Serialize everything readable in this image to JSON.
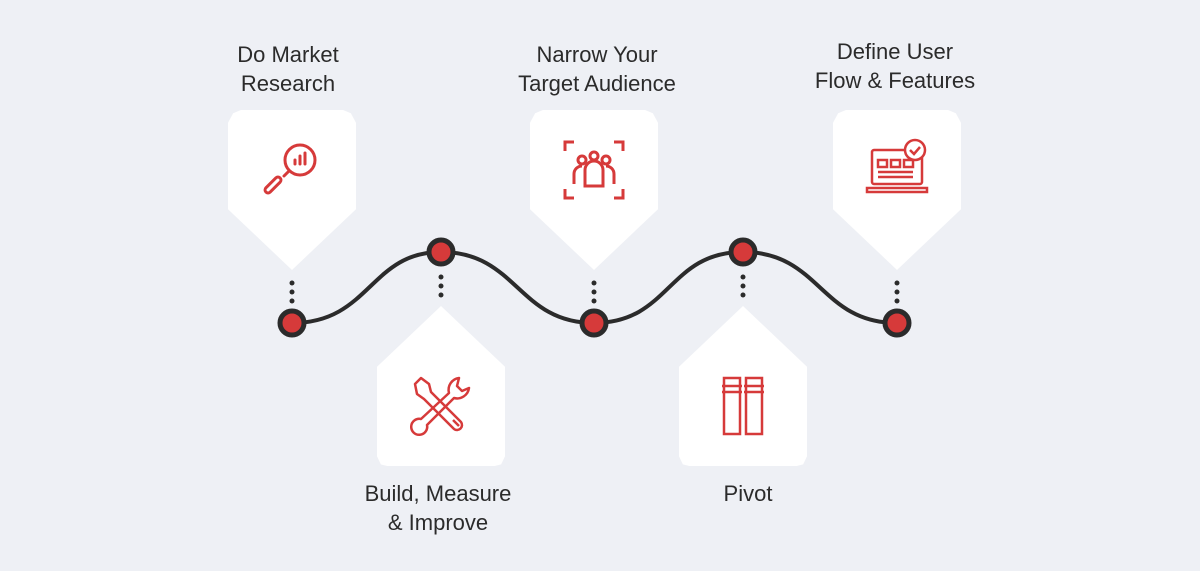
{
  "steps": [
    {
      "label": "Do Market\nResearch",
      "icon": "magnifier-chart-icon"
    },
    {
      "label": "Build, Measure\n& Improve",
      "icon": "tools-icon"
    },
    {
      "label": "Narrow Your\nTarget Audience",
      "icon": "audience-icon"
    },
    {
      "label": "Pivot",
      "icon": "pivot-columns-icon"
    },
    {
      "label": "Define User\nFlow & Features",
      "icon": "laptop-check-icon"
    }
  ],
  "colors": {
    "accent": "#d63a3a",
    "line": "#2b2b2b",
    "background": "#eef0f5"
  }
}
